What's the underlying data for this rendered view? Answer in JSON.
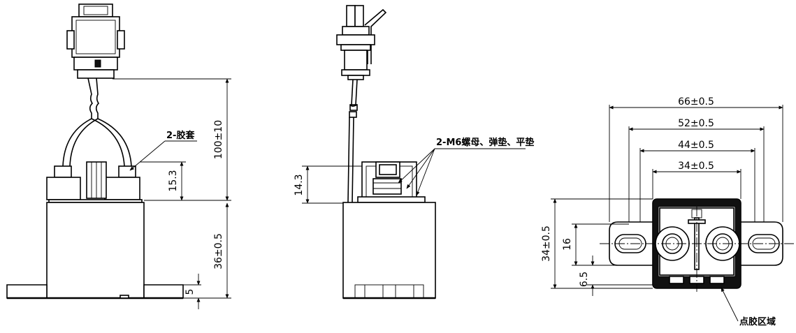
{
  "front_view": {
    "dim_100": "100±10",
    "dim_15_3": "15.3",
    "dim_36": "36±0.5",
    "dim_5": "5",
    "label_sleeve": "2-胶套"
  },
  "side_view": {
    "dim_14_3": "14.3",
    "label_nut": "2-M6螺母、弹垫、平垫"
  },
  "top_view": {
    "dim_66": "66±0.5",
    "dim_52": "52±0.5",
    "dim_44": "44±0.5",
    "dim_34w": "34±0.5",
    "dim_34h": "34±0.5",
    "dim_16": "16",
    "dim_6_5": "6.5",
    "label_glue": "点胶区域"
  }
}
